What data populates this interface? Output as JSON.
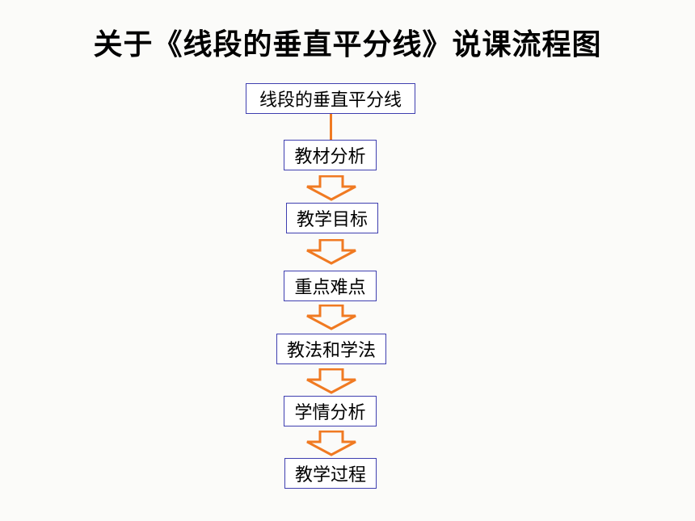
{
  "title": "关于《线段的垂直平分线》说课流程图",
  "nodes": {
    "root": "线段的垂直平分线",
    "n1": "教材分析",
    "n2": "教学目标",
    "n3": "重点难点",
    "n4": "教法和学法",
    "n5": "学情分析",
    "n6": "教学过程"
  },
  "colors": {
    "arrow": "#f07a22",
    "box_border": "#3f3fb0"
  }
}
